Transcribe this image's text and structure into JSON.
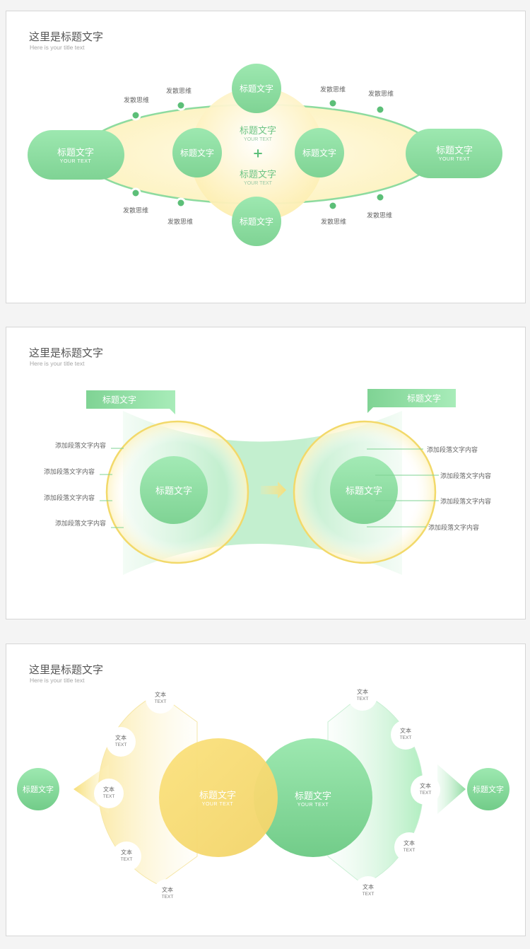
{
  "slides": [
    {
      "title": "这里是标题文字",
      "subtitle": "Here is your title text",
      "left_pill": {
        "title": "标题文字",
        "sub": "YOUR TEXT"
      },
      "right_pill": {
        "title": "标题文字",
        "sub": "YOUR TEXT"
      },
      "top_circle": "标题文字",
      "bottom_circle": "标题文字",
      "left_circle": "标题文字",
      "right_circle": "标题文字",
      "center_top": {
        "title": "标题文字",
        "sub": "YOUR TEXT"
      },
      "center_plus": "+",
      "center_bottom": {
        "title": "标题文字",
        "sub": "YOUR TEXT"
      },
      "dot_labels": [
        "发散思维",
        "发散思维",
        "发散思维",
        "发散思维",
        "发散思维",
        "发散思维",
        "发散思维",
        "发散思维"
      ]
    },
    {
      "title": "这里是标题文字",
      "subtitle": "Here is your title text",
      "left_tab": "标题文字",
      "right_tab": "标题文字",
      "left_circle": "标题文字",
      "right_circle": "标题文字",
      "left_items": [
        "添加段落文字内容",
        "添加段落文字内容",
        "添加段落文字内容",
        "添加段落文字内容"
      ],
      "right_items": [
        "添加段落文字内容",
        "添加段落文字内容",
        "添加段落文字内容",
        "添加段落文字内容"
      ]
    },
    {
      "title": "这里是标题文字",
      "subtitle": "Here is your title text",
      "left_small_circle": "标题文字",
      "right_small_circle": "标题文字",
      "yellow_circle": {
        "title": "标题文字",
        "sub": "YOUR TEXT"
      },
      "green_circle": {
        "title": "标题文字",
        "sub": "YOUR TEXT"
      },
      "left_nodes": [
        {
          "title": "文本",
          "sub": "TEXT"
        },
        {
          "title": "文本",
          "sub": "TEXT"
        },
        {
          "title": "文本",
          "sub": "TEXT"
        },
        {
          "title": "文本",
          "sub": "TEXT"
        },
        {
          "title": "文本",
          "sub": "TEXT"
        }
      ],
      "right_nodes": [
        {
          "title": "文本",
          "sub": "TEXT"
        },
        {
          "title": "文本",
          "sub": "TEXT"
        },
        {
          "title": "文本",
          "sub": "TEXT"
        },
        {
          "title": "文本",
          "sub": "TEXT"
        },
        {
          "title": "文本",
          "sub": "TEXT"
        }
      ]
    }
  ],
  "colors": {
    "green": "#8ddb9f",
    "green_dark": "#5cbf78",
    "yellow": "#f7df7a",
    "yellow_light": "#fdf6d6"
  }
}
